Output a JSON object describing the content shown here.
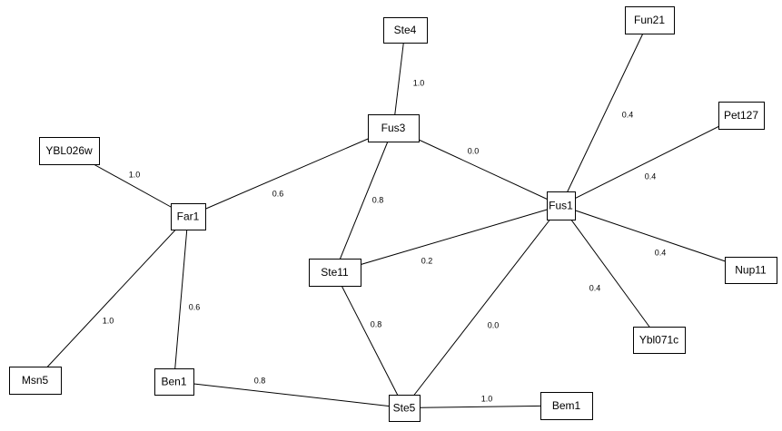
{
  "graph": {
    "nodes": [
      {
        "id": "Ste4",
        "label": "Ste4"
      },
      {
        "id": "Fun21",
        "label": "Fun21"
      },
      {
        "id": "Pet127",
        "label": "Pet127"
      },
      {
        "id": "Fus3",
        "label": "Fus3"
      },
      {
        "id": "YBL026w",
        "label": "YBL026w"
      },
      {
        "id": "Far1",
        "label": "Far1"
      },
      {
        "id": "Fus1",
        "label": "Fus1"
      },
      {
        "id": "Ste11",
        "label": "Ste11"
      },
      {
        "id": "Nup11",
        "label": "Nup11"
      },
      {
        "id": "Ybl071c",
        "label": "Ybl071c"
      },
      {
        "id": "Msn5",
        "label": "Msn5"
      },
      {
        "id": "Ben1",
        "label": "Ben1"
      },
      {
        "id": "Ste5",
        "label": "Ste5"
      },
      {
        "id": "Bem1",
        "label": "Bem1"
      }
    ],
    "edges": [
      {
        "source": "Ste4",
        "target": "Fus3",
        "weight": "1.0"
      },
      {
        "source": "Fus3",
        "target": "Fus1",
        "weight": "0.0"
      },
      {
        "source": "Fus3",
        "target": "Far1",
        "weight": "0.6"
      },
      {
        "source": "Fus3",
        "target": "Ste11",
        "weight": "0.8"
      },
      {
        "source": "YBL026w",
        "target": "Far1",
        "weight": "1.0"
      },
      {
        "source": "Far1",
        "target": "Msn5",
        "weight": "1.0"
      },
      {
        "source": "Far1",
        "target": "Ben1",
        "weight": "0.6"
      },
      {
        "source": "Fun21",
        "target": "Fus1",
        "weight": "0.4"
      },
      {
        "source": "Pet127",
        "target": "Fus1",
        "weight": "0.4"
      },
      {
        "source": "Fus1",
        "target": "Nup11",
        "weight": "0.4"
      },
      {
        "source": "Fus1",
        "target": "Ybl071c",
        "weight": "0.4"
      },
      {
        "source": "Fus1",
        "target": "Ste11",
        "weight": "0.2"
      },
      {
        "source": "Fus1",
        "target": "Ste5",
        "weight": "0.0"
      },
      {
        "source": "Ste11",
        "target": "Ste5",
        "weight": "0.8"
      },
      {
        "source": "Ben1",
        "target": "Ste5",
        "weight": "0.8"
      },
      {
        "source": "Ste5",
        "target": "Bem1",
        "weight": "1.0"
      }
    ]
  }
}
